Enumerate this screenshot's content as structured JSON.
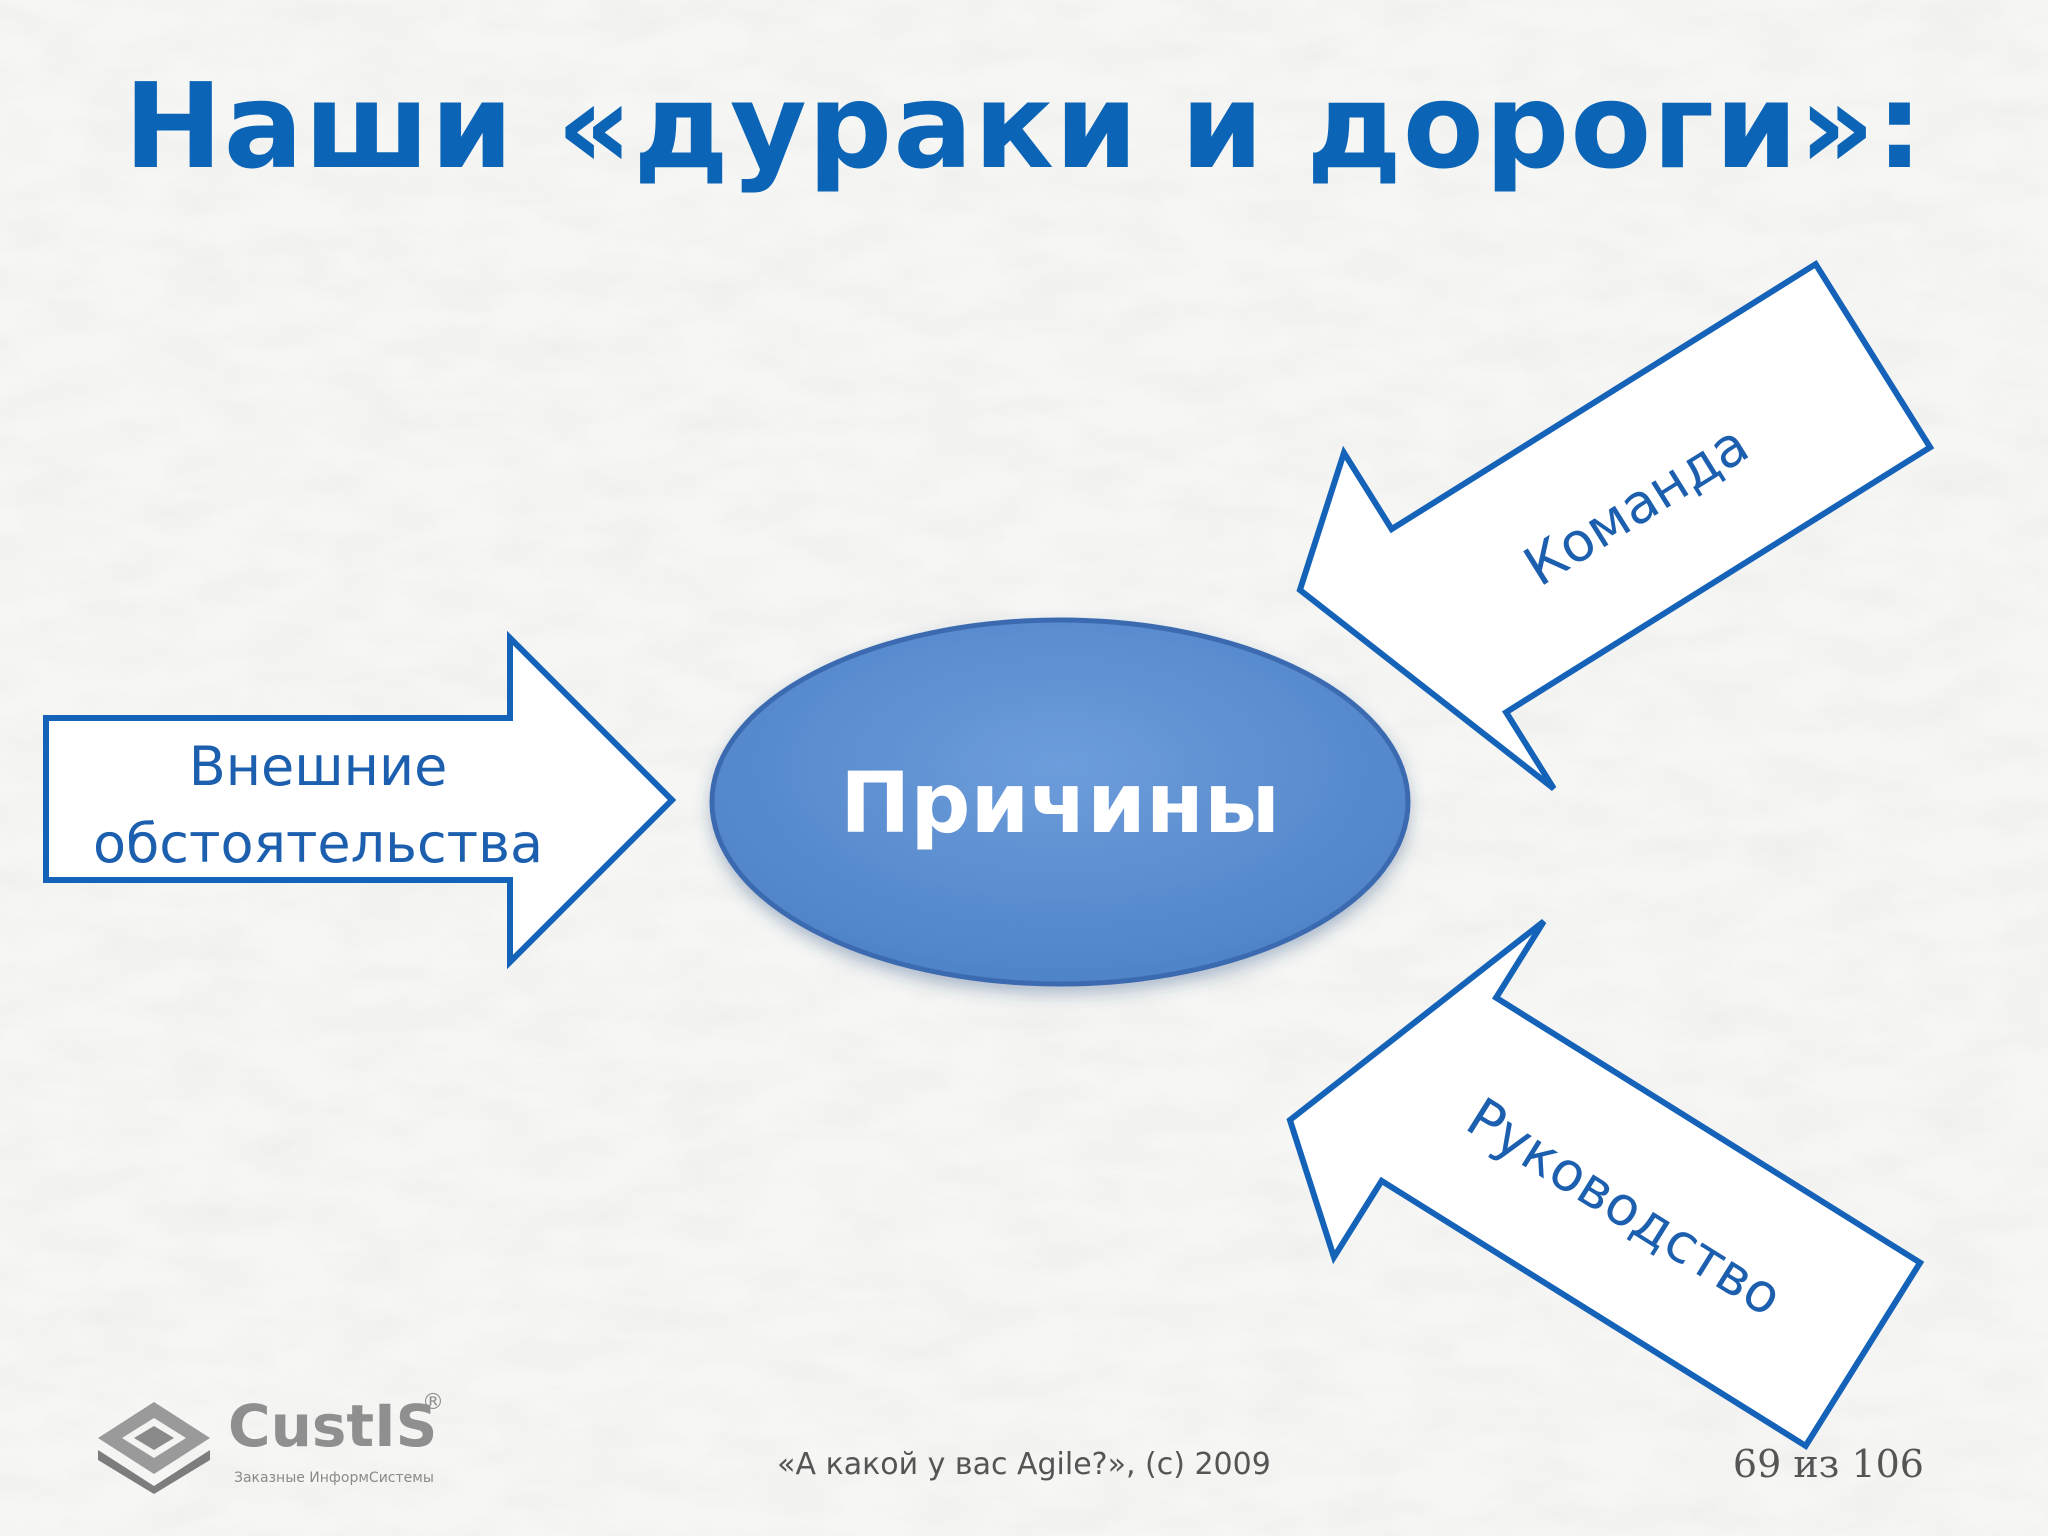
{
  "slide": {
    "title": "Наши «дураки и дороги»:",
    "center_label": "Причины",
    "arrows": {
      "left_line1": "Внешние",
      "left_line2": "обстоятельства",
      "top_right": "Команда",
      "bottom_right": "Руководство"
    }
  },
  "footer": {
    "caption": "«А какой у вас Agile?», (c) 2009",
    "page_counter": "69 из 106"
  },
  "logo": {
    "name": "CustIS",
    "registered": "®",
    "tagline": "Заказные ИнформСистемы"
  },
  "colors": {
    "title": "#0b64b5",
    "arrow_stroke": "#1563b8",
    "ellipse_fill": "#5b8fd1",
    "ellipse_stroke": "#3a6bb0"
  }
}
